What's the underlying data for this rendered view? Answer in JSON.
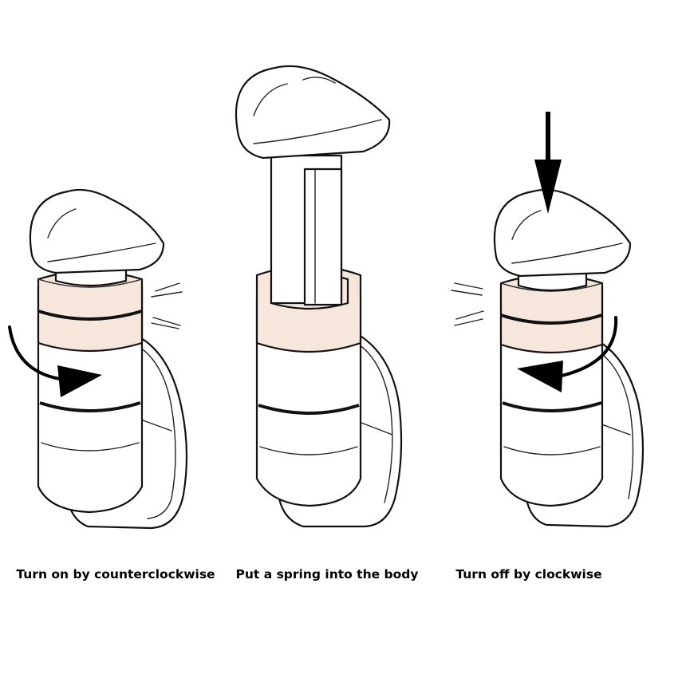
{
  "steps": [
    {
      "caption": "Turn on by counterclockwise"
    },
    {
      "caption": "Put a spring into the body"
    },
    {
      "caption": "Turn off by clockwise"
    }
  ],
  "colors": {
    "ring": "#f6e6dc",
    "ink": "#111111",
    "background": "#ffffff"
  },
  "icons": [
    "rotate-arrow-icon",
    "press-down-arrow-icon"
  ]
}
